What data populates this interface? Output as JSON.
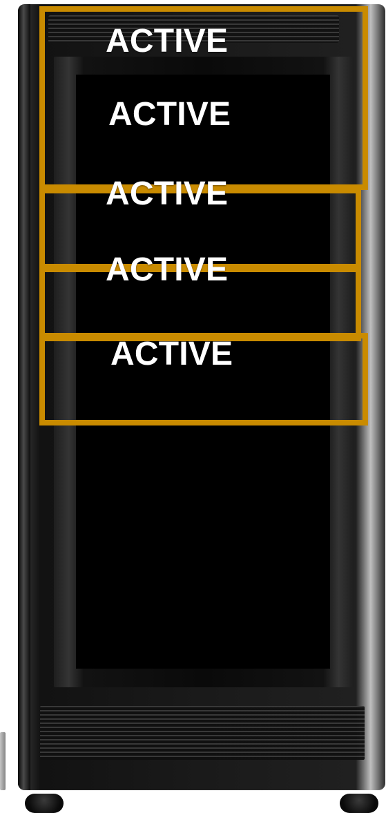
{
  "labels": [
    "ACTIVE",
    "ACTIVE",
    "ACTIVE",
    "ACTIVE",
    "ACTIVE"
  ],
  "colors": {
    "outline": "#c98b00",
    "label_text": "#ffffff",
    "cabinet": "#1a1a1a",
    "glass": "#000000"
  }
}
